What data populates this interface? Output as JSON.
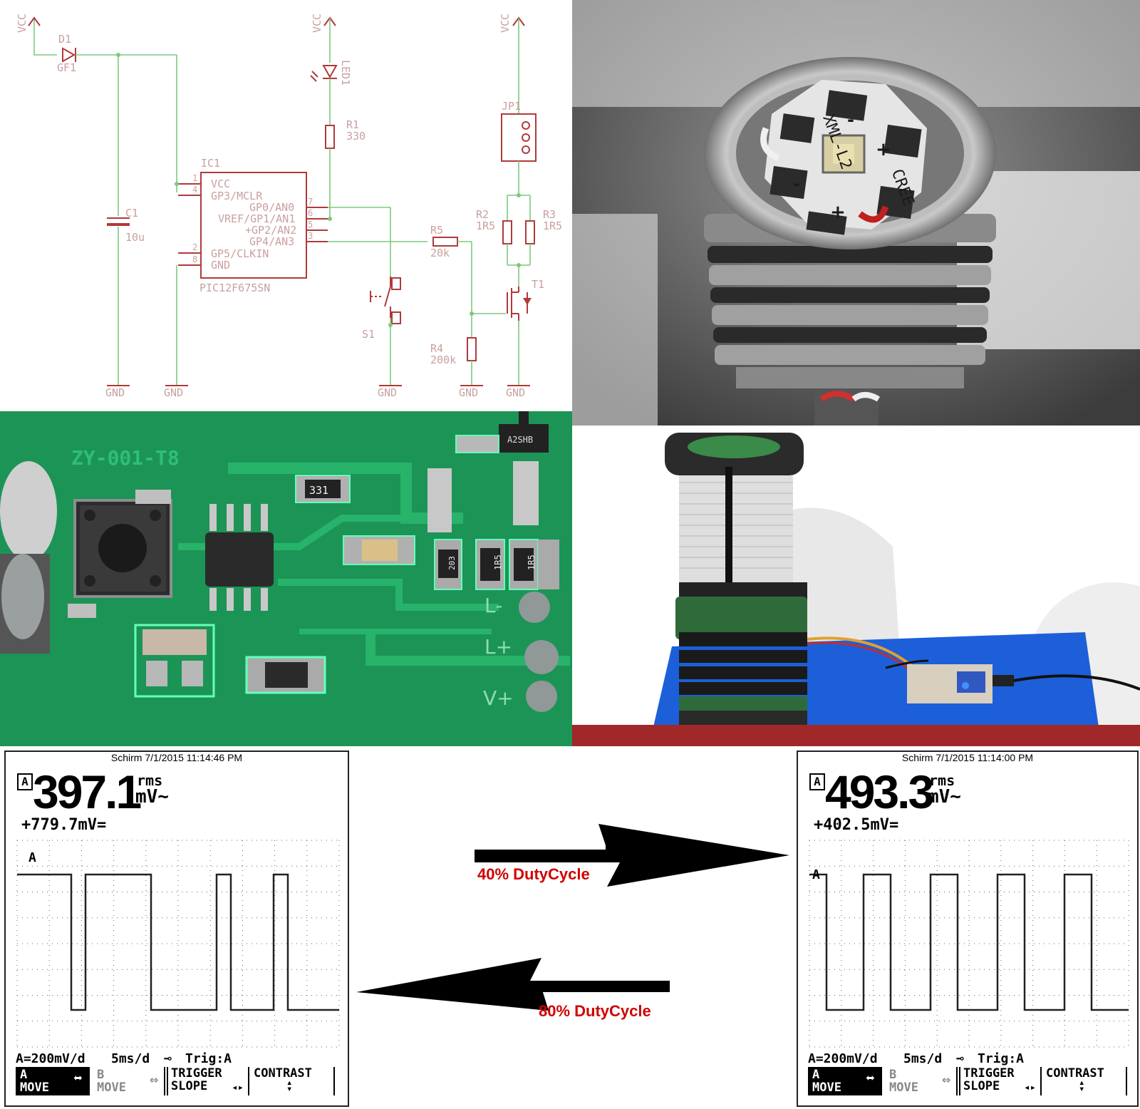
{
  "schematic": {
    "labels": {
      "vcc": "VCC",
      "gnd": "GND",
      "d1": "D1",
      "d1_value": "GF1",
      "led1": "LED1",
      "r1": "R1",
      "r1_value": "330",
      "c1": "C1",
      "c1_value": "10u",
      "ic1": "IC1",
      "ic1_part": "PIC12F675SN",
      "pin_vcc": "VCC",
      "pin_gp3": "GP3/MCLR",
      "pin_gp0": "GP0/AN0",
      "pin_gp1": "VREF/GP1/AN1",
      "pin_gp2": "+GP2/AN2",
      "pin_gp4": "GP4/AN3",
      "pin_gp5": "GP5/CLKIN",
      "pin_gnd": "GND",
      "jp1": "JP1",
      "r2": "R2",
      "r2_value": "1R5",
      "r3": "R3",
      "r3_value": "1R5",
      "r5": "R5",
      "r5_value": "20k",
      "r4": "R4",
      "r4_value": "200k",
      "t1": "T1",
      "s1": "S1"
    },
    "pin_numbers": [
      "1",
      "4",
      "2",
      "8",
      "7",
      "6",
      "5",
      "3"
    ]
  },
  "led_photo": {
    "engraving_1": "XML-L2",
    "engraving_2": "CREE",
    "plus": "+",
    "minus": "-"
  },
  "pcb_photo": {
    "board_id": "ZY-001-T8",
    "r1_marking": "331",
    "r5_marking": "203",
    "r2_marking": "1R5",
    "r3_marking": "1R5",
    "fet_marking": "A2SHB",
    "pad_l_minus": "L-",
    "pad_l_plus": "L+",
    "pad_v_plus": "V+"
  },
  "scope_left": {
    "header": "Schirm    7/1/2015  11:14:46 PM",
    "channel": "A",
    "reading": "397.1",
    "unit_top": "rms",
    "unit_bottom": "mV~",
    "dc_reading": "+779.7mV=",
    "trace_label": "A",
    "scale": "A=200mV/d",
    "timebase": "5ms/d",
    "trig": "Trig:A",
    "buttons": {
      "a_move_1": "A",
      "a_move_2": "MOVE",
      "b_move_1": "B",
      "b_move_2": "MOVE",
      "trigger_1": "TRIGGER",
      "trigger_2": "SLOPE",
      "contrast": "CONTRAST"
    }
  },
  "scope_right": {
    "header": "Schirm    7/1/2015  11:14:00 PM",
    "channel": "A",
    "reading": "493.3",
    "unit_top": "rms",
    "unit_bottom": "mV~",
    "dc_reading": "+402.5mV=",
    "trace_label": "A",
    "scale": "A=200mV/d",
    "timebase": "5ms/d",
    "trig": "Trig:A",
    "buttons": {
      "a_move_1": "A",
      "a_move_2": "MOVE",
      "b_move_1": "B",
      "b_move_2": "MOVE",
      "trigger_1": "TRIGGER",
      "trigger_2": "SLOPE",
      "contrast": "CONTRAST"
    }
  },
  "arrows": {
    "upper_label": "40%  DutyCycle",
    "lower_label": "80%  DutyCycle"
  },
  "colors": {
    "wire": "#7ec87e",
    "part": "#b03a3a",
    "pcb_green": "#1f9a5a",
    "label_red": "#d00000"
  }
}
